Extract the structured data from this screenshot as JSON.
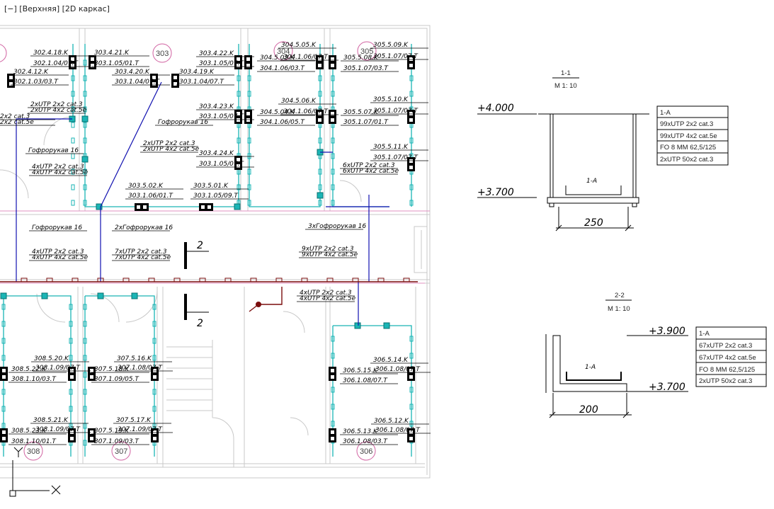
{
  "viewport": {
    "label": "[−] [Верхняя] [2D каркас]"
  },
  "plan": {
    "rooms": [
      "303",
      "304",
      "305",
      "308",
      "307",
      "306"
    ],
    "section_marks": [
      "2",
      "2"
    ],
    "labels": [
      "302.4.18.K",
      "302.1.04/07.T",
      "302.4.12.K",
      "302.1.03/03.T",
      "303.4.21.K",
      "303.1.05/01.T",
      "303.4.20.K",
      "303.1.04/07.T",
      "303.4.22.K",
      "303.1.05/07.T",
      "303.4.19.K",
      "303.1.04/07.T",
      "2xUTP  2x2  cat.3",
      "2xUTP  4x2  cat.5e",
      "2x2  cat.3",
      "2x2  cat.5e",
      "Гофрорукав 16",
      "303.4.23.K",
      "303.1.05/07.T",
      "2xUTP  2x2  cat.3",
      "2xUTP  4x2  cat.5e",
      "Гофрорукав 16",
      "4xUTP  2x2  cat.3",
      "4xUTP  4x2  cat.5e",
      "303.4.24.K",
      "303.1.05/07.T",
      "303.5.02.K",
      "303.1.06/01.T",
      "303.5.01.K",
      "303.1.05/09.T",
      "304.5.05.K",
      "304.5.03.K",
      "304.1.06/07.T",
      "304.1.06/03.T",
      "304.5.06.K",
      "304.5.04.K",
      "304.1.06/07.T",
      "304.1.06/05.T",
      "305.5.09.K",
      "305.1.07/07.T",
      "305.5.08.K",
      "305.1.07/03.T",
      "305.5.10.K",
      "305.1.07/07.T",
      "305.5.07.K",
      "305.1.07/01.T",
      "305.5.11.K",
      "305.1.07/07.T",
      "6xUTP  2x2  cat.3",
      "6xUTP  4x2  cat.5e",
      "Гофрорукав 16",
      "2xГофрорукав 16",
      "3xГофрорукав 16",
      "4xUTP  2x2  cat.3",
      "4xUTP  4x2  cat.5e",
      "7xUTP  2x2  cat.3",
      "7xUTP  4x2  cat.5e",
      "9xUTP  2x2  cat.3",
      "9xUTP  4x2  cat.5e",
      "4xUTP  2x2  cat.3",
      "4xUTP  4x2  cat.5e",
      "308.5.20.K",
      "308.1.09/07.T",
      "308.5.22.K",
      "308.1.10/03.T",
      "307.5.16.K",
      "307.1.08/07.T",
      "307.5.18.K",
      "307.1.09/05.T",
      "308.5.21.K",
      "308.1.09/07.T",
      "308.5.23.K",
      "308.1.10/01.T",
      "307.5.17.K",
      "307.1.09/07.T",
      "307.5.19.K",
      "307.1.09/03.T",
      "306.5.14.K",
      "306.1.08/07.T",
      "306.5.15.K",
      "306.1.08/07.T",
      "306.5.12.K",
      "306.1.08/07.T",
      "306.5.13.K",
      "306.1.08/03.T"
    ]
  },
  "section_1": {
    "title": "1-1",
    "scale": "М 1: 10",
    "level_top": "+4.000",
    "level_bottom": "+3.700",
    "tray": "1-А",
    "width": "250",
    "table": [
      "1-А",
      "99xUTP 2x2 cat.3",
      "99xUTP 4x2 cat.5e",
      "FO 8 MM 62,5/125",
      "2xUTP 50x2 cat.3"
    ]
  },
  "section_2": {
    "title": "2-2",
    "scale": "М 1: 10",
    "level_top": "+3.900",
    "level_bottom": "+3.700",
    "tray": "1-А",
    "width": "200",
    "table": [
      "1-А",
      "67xUTP 2x2 cat.3",
      "67xUTP 4x2 cat.5e",
      "FO 8 MM 62,5/125",
      "2xUTP 50x2 cat.3"
    ]
  },
  "colors": {
    "cable_tray": "#1ab5b5",
    "conduit": "#1010b0",
    "main_route": "#7a0d0d",
    "walls": "#c8c8c8"
  }
}
